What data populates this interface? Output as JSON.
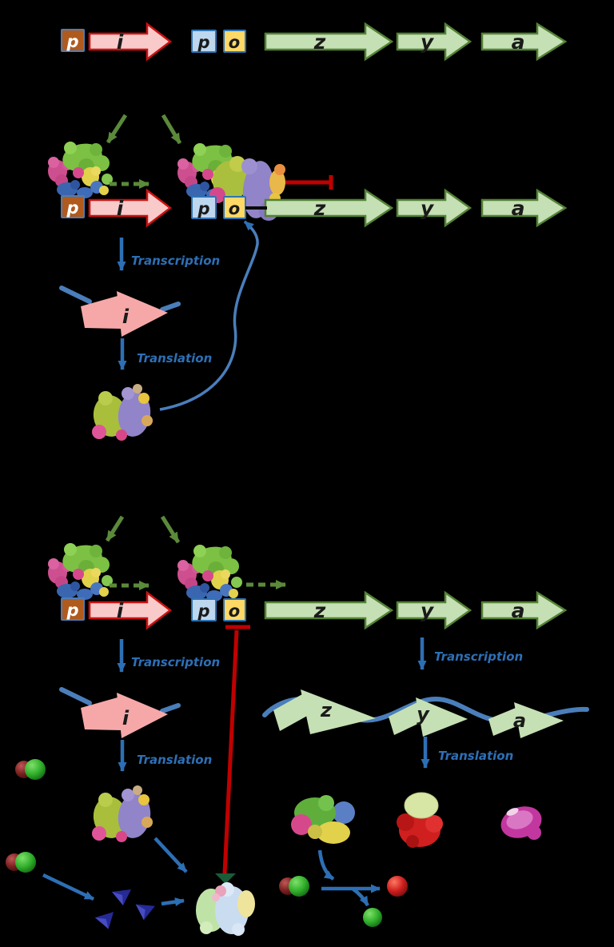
{
  "palette": {
    "background": "#000000",
    "promoter_i_fill": "#b05a1e",
    "promoter_fill": "#bdd7ee",
    "operator_fill": "#ffd966",
    "square_border_blue": "#2e74b5",
    "gene_i_fill": "#f9caca",
    "gene_i_border": "#cc1111",
    "structural_gene_fill": "#c5e0b4",
    "structural_gene_border": "#538135",
    "mrna_i_fill": "#f6a8a8",
    "mrna_zya_fill": "#c5e0b4",
    "dna_line_blue": "#4a7ebb",
    "arrow_blue": "#2d6fb5",
    "arrow_green": "#5b8a3a",
    "inhibition_red": "#c00000"
  },
  "genes": {
    "regulator_promoter": "p",
    "regulator_gene": "i",
    "operon_promoter": "p",
    "operator": "o",
    "gene_z": "z",
    "gene_y": "y",
    "gene_a": "a"
  },
  "labels": {
    "transcription": "Transcription",
    "translation": "Translation"
  }
}
